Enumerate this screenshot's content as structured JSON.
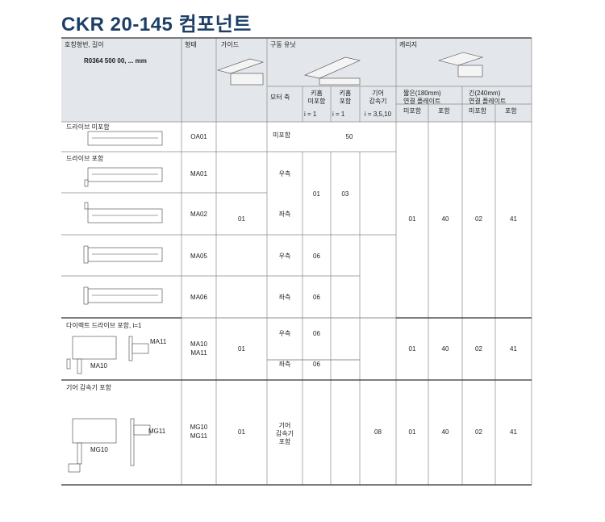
{
  "title": "CKR 20-145 컴포넌트",
  "header": {
    "col_code_label": "호칭형번, 길이",
    "code_example": "R0364 500 00, ... mm",
    "col_form": "형태",
    "col_guide": "가이드",
    "col_drive_unit": "구동 유닛",
    "col_carriage": "캐리지",
    "motor_axis": "모터 축",
    "keyway_none_l1": "키홈",
    "keyway_none_l2": "미포함",
    "keyway_none_ratio": "i = 1",
    "keyway_incl_l1": "키홈",
    "keyway_incl_l2": "포함",
    "keyway_incl_ratio": "i = 1",
    "gear_l1": "기어",
    "gear_l2": "감속기",
    "gear_ratio": "i = 3,5,10",
    "short_l1": "짧은(180mm)",
    "short_l2": "연결 플레이트",
    "short_none": "미포함",
    "short_incl": "포함",
    "long_l1": "긴(240mm)",
    "long_l2": "연결 플레이트",
    "long_none": "미포함",
    "long_incl": "포함"
  },
  "sections": {
    "no_drive": "드라이브 미포함",
    "with_drive": "드라이브 포함",
    "direct_drive": "다이렉트 드라이브 포함, i=1",
    "gear": "기어 감속기 포함"
  },
  "cells": {
    "oa01": "OA01",
    "ma01": "MA01",
    "ma02": "MA02",
    "ma05": "MA05",
    "ma06": "MA06",
    "ma10_11_a": "MA10",
    "ma10_11_b": "MA11",
    "mg10_11_a": "MG10",
    "mg10_11_b": "MG11",
    "guide_main": "01",
    "guide_direct": "01",
    "guide_gear": "01",
    "motor_none": "미포함",
    "val_50": "50",
    "right1": "우측",
    "left1": "좌측",
    "right2": "우측",
    "left2": "좌측",
    "right3": "우측",
    "left3": "좌측",
    "gear_motor_l1": "기어",
    "gear_motor_l2": "감속기",
    "gear_motor_l3": "포함",
    "k_01": "01",
    "k_03": "03",
    "k_06a": "06",
    "k_06b": "06",
    "k_06c": "06",
    "k_06d": "06",
    "g_08": "08",
    "car_main": [
      "01",
      "40",
      "02",
      "41"
    ],
    "car_direct": [
      "01",
      "40",
      "02",
      "41"
    ],
    "car_gear": [
      "01",
      "40",
      "02",
      "41"
    ]
  },
  "illustration_labels": {
    "ma10": "MA10",
    "ma11": "MA11",
    "mg10": "MG10",
    "mg11": "MG11"
  },
  "colors": {
    "title": "#1d3f66",
    "header_bg": "#e3e6ea",
    "grid": "#8a8a8a",
    "heavy": "#333333"
  }
}
